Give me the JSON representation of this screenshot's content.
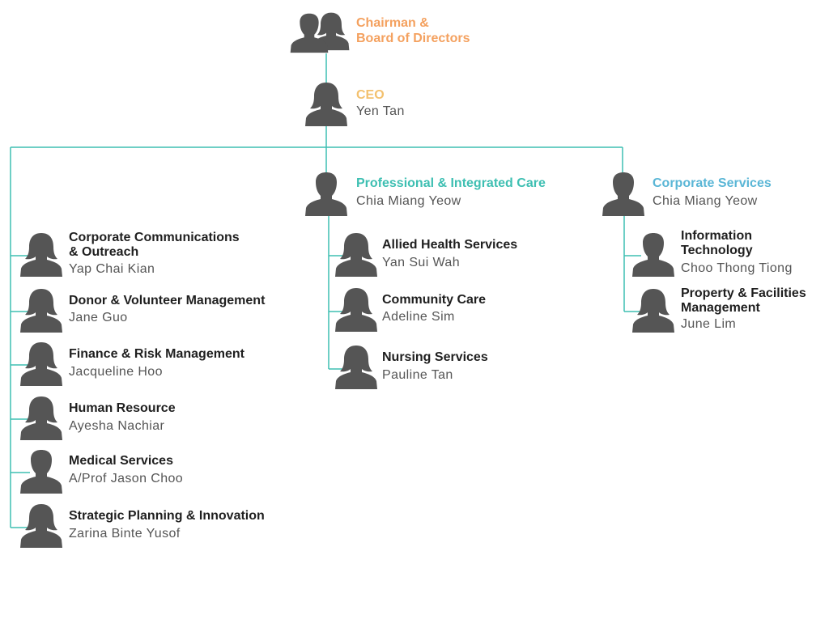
{
  "board": {
    "title_line1": "Chairman &",
    "title_line2": "Board of Directors"
  },
  "ceo": {
    "title": "CEO",
    "name": "Yen Tan"
  },
  "pic": {
    "title": "Professional & Integrated Care",
    "name": "Chia Miang Yeow"
  },
  "corporate": {
    "title": "Corporate Services",
    "name": "Chia Miang Yeow"
  },
  "left_depts": [
    {
      "title_line1": "Corporate Communications",
      "title_line2": "& Outreach",
      "name": "Yap Chai Kian"
    },
    {
      "title": "Donor & Volunteer Management",
      "name": "Jane Guo"
    },
    {
      "title": "Finance & Risk Management",
      "name": "Jacqueline Hoo"
    },
    {
      "title": "Human Resource",
      "name": "Ayesha Nachiar"
    },
    {
      "title": "Medical Services",
      "name": "A/Prof Jason Choo"
    },
    {
      "title": "Strategic Planning & Innovation",
      "name": "Zarina Binte Yusof"
    }
  ],
  "pic_depts": [
    {
      "title": "Allied Health Services",
      "name": "Yan Sui Wah"
    },
    {
      "title": "Community Care",
      "name": "Adeline Sim"
    },
    {
      "title": "Nursing Services",
      "name": "Pauline Tan"
    }
  ],
  "corp_depts": [
    {
      "title_line1": "Information",
      "title_line2": "Technology",
      "name": "Choo Thong Tiong"
    },
    {
      "title_line1": "Property & Facilities",
      "title_line2": "Management",
      "name": "June Lim"
    }
  ],
  "colors": {
    "line": "#3ebfb2",
    "avatar": "#555555"
  },
  "icons": {
    "female": "female-avatar-icon",
    "male": "male-avatar-icon",
    "group": "group-avatar-icon"
  }
}
